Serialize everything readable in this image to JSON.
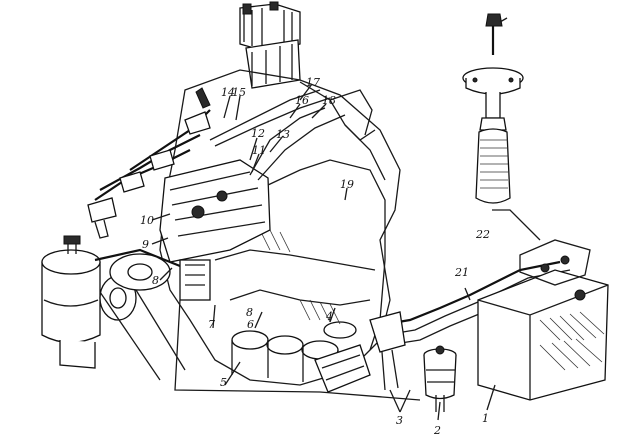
{
  "diagram": {
    "callouts": {
      "c1": "1",
      "c2": "2",
      "c3": "3",
      "c4": "4",
      "c5": "5",
      "c6": "6",
      "c7": "7",
      "c8a": "8",
      "c8b": "8",
      "c9": "9",
      "c10": "10",
      "c11": "11",
      "c12": "12",
      "c13": "13",
      "c14": "14",
      "c15": "15",
      "c16": "16",
      "c17": "17",
      "c18": "18",
      "c19": "19",
      "c21": "21",
      "c22": "22"
    }
  }
}
